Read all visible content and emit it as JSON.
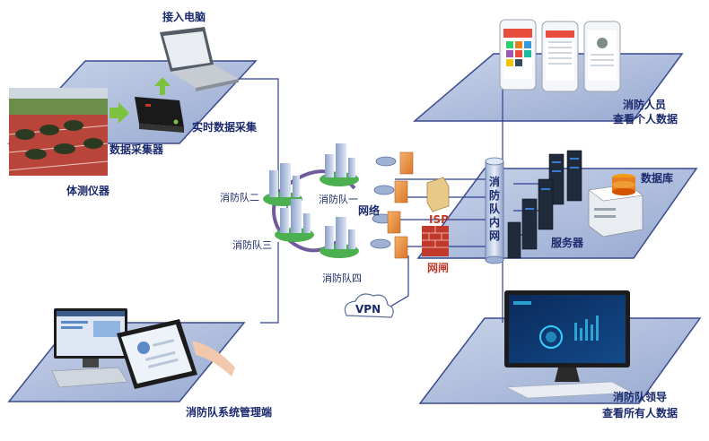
{
  "labels": {
    "connect_pc": "接入电脑",
    "realtime_collect": "实时数据采集",
    "collector": "数据采集器",
    "fitness_device": "体测仪器",
    "team2": "消防队二",
    "team1": "消防队一",
    "team3": "消防队三",
    "team4": "消防队四",
    "network": "网络",
    "isp": "ISP",
    "gateway": "网闸",
    "vpn": "VPN",
    "intranet_vertical": [
      "消",
      "防",
      "队",
      "内",
      "网"
    ],
    "database": "数据库",
    "server": "服务器",
    "staff_line1": "消防人员",
    "staff_line2": "查看个人数据",
    "leader_line1": "消防队领导",
    "leader_line2": "查看所有人数据",
    "mgmt_terminal": "消防队系统管理端"
  },
  "colors": {
    "panel_fill": "#a9b8d8",
    "panel_edge": "#3a4a8f",
    "label": "#1a2a6c",
    "accent_red": "#c0392b",
    "line": "#2f3f8f"
  }
}
